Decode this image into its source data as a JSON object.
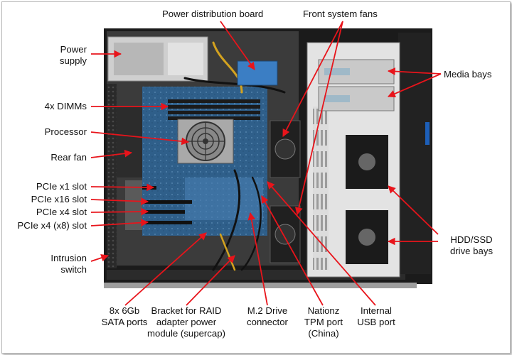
{
  "labels": {
    "power_supply": "Power\nsupply",
    "dimms": "4x DIMMs",
    "processor": "Processor",
    "rear_fan": "Rear fan",
    "pcie_x1": "PCIe x1 slot",
    "pcie_x16": "PCIe x16 slot",
    "pcie_x4": "PCIe x4 slot",
    "pcie_x4_x8": "PCIe x4 (x8) slot",
    "intrusion_switch": "Intrusion\nswitch",
    "power_distribution_board": "Power distribution board",
    "front_system_fans": "Front system fans",
    "media_bays": "Media bays",
    "hdd_ssd_bays": "HDD/SSD\ndrive bays",
    "sata_ports": "8x 6Gb\nSATA ports",
    "raid_bracket": "Bracket for RAID\nadapter power\nmodule (supercap)",
    "m2_connector": "M.2 Drive\nconnector",
    "tpm_port": "Nationz\nTPM port\n(China)",
    "usb_port": "Internal\nUSB port"
  },
  "colors": {
    "callout": "#e8141b",
    "board": "#2f5f8a",
    "chassis": "#1e1e1e",
    "bay": "#d9d9d9"
  }
}
